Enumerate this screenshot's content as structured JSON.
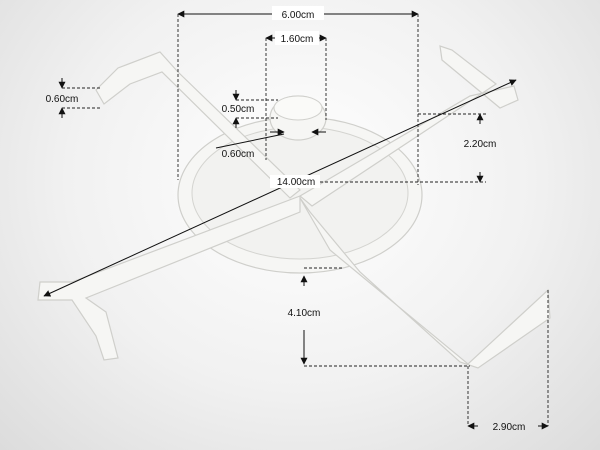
{
  "dimensions": {
    "top_width": "6.00cm",
    "hub_diameter": "1.60cm",
    "arm_thickness": "0.60cm",
    "hub_height": "0.50cm",
    "pin_diameter": "0.60cm",
    "ring_height": "2.20cm",
    "span": "14.00cm",
    "leg_height": "4.10cm",
    "foot_length": "2.90cm"
  },
  "colors": {
    "part_fill": "#f6f6f4",
    "line": "#111111"
  }
}
